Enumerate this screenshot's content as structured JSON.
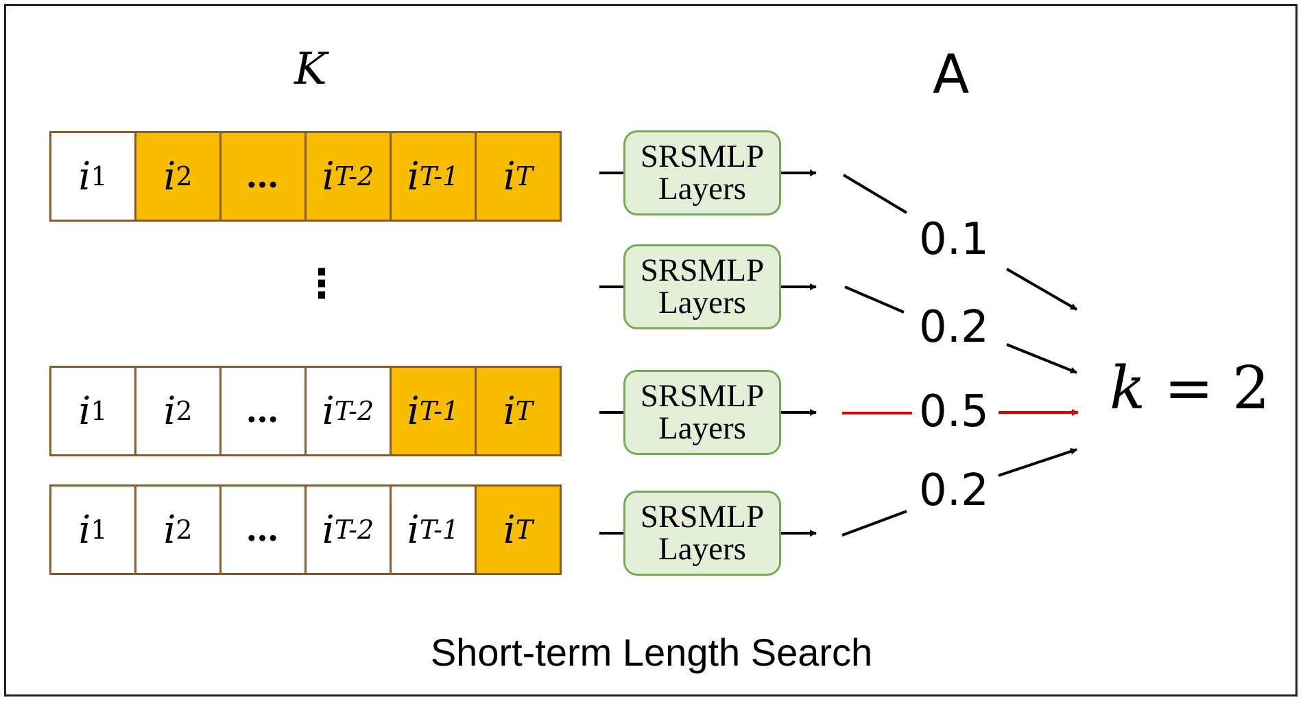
{
  "header": {
    "k_label": "K",
    "a_label": "A"
  },
  "sequences": [
    {
      "cells": [
        {
          "base": "i",
          "sub": "1",
          "sub_italic": false,
          "highlighted": false
        },
        {
          "base": "i",
          "sub": "2",
          "sub_italic": false,
          "highlighted": true
        },
        {
          "base": "…",
          "sub": "",
          "sub_italic": false,
          "highlighted": true
        },
        {
          "base": "i",
          "sub": "T-2",
          "sub_italic": true,
          "highlighted": true
        },
        {
          "base": "i",
          "sub": "T-1",
          "sub_italic": true,
          "highlighted": true
        },
        {
          "base": "i",
          "sub": "T",
          "sub_italic": true,
          "highlighted": true
        }
      ]
    },
    {
      "cells": [
        {
          "base": "i",
          "sub": "1",
          "sub_italic": false,
          "highlighted": false
        },
        {
          "base": "i",
          "sub": "2",
          "sub_italic": false,
          "highlighted": false
        },
        {
          "base": "…",
          "sub": "",
          "sub_italic": false,
          "highlighted": false
        },
        {
          "base": "i",
          "sub": "T-2",
          "sub_italic": true,
          "highlighted": false
        },
        {
          "base": "i",
          "sub": "T-1",
          "sub_italic": true,
          "highlighted": true
        },
        {
          "base": "i",
          "sub": "T",
          "sub_italic": true,
          "highlighted": true
        }
      ]
    },
    {
      "cells": [
        {
          "base": "i",
          "sub": "1",
          "sub_italic": false,
          "highlighted": false
        },
        {
          "base": "i",
          "sub": "2",
          "sub_italic": false,
          "highlighted": false
        },
        {
          "base": "…",
          "sub": "",
          "sub_italic": false,
          "highlighted": false
        },
        {
          "base": "i",
          "sub": "T-2",
          "sub_italic": true,
          "highlighted": false
        },
        {
          "base": "i",
          "sub": "T-1",
          "sub_italic": true,
          "highlighted": false
        },
        {
          "base": "i",
          "sub": "T",
          "sub_italic": true,
          "highlighted": true
        }
      ]
    }
  ],
  "vertical_ellipsis": "⋮",
  "layer_box": {
    "line1": "SRSMLP",
    "line2": "Layers"
  },
  "weights": [
    "0.1",
    "0.2",
    "0.5",
    "0.2"
  ],
  "selected_weight_index": 2,
  "result": {
    "var": "k",
    "rest": " = 2"
  },
  "caption": "Short-term Length Search",
  "colors": {
    "highlight": "#F9BD00",
    "cell_border": "#8B5A2B",
    "box_fill": "#E3F0D7",
    "box_border": "#77AA55",
    "selected_arrow": "#E00000",
    "arrow": "#000000"
  }
}
